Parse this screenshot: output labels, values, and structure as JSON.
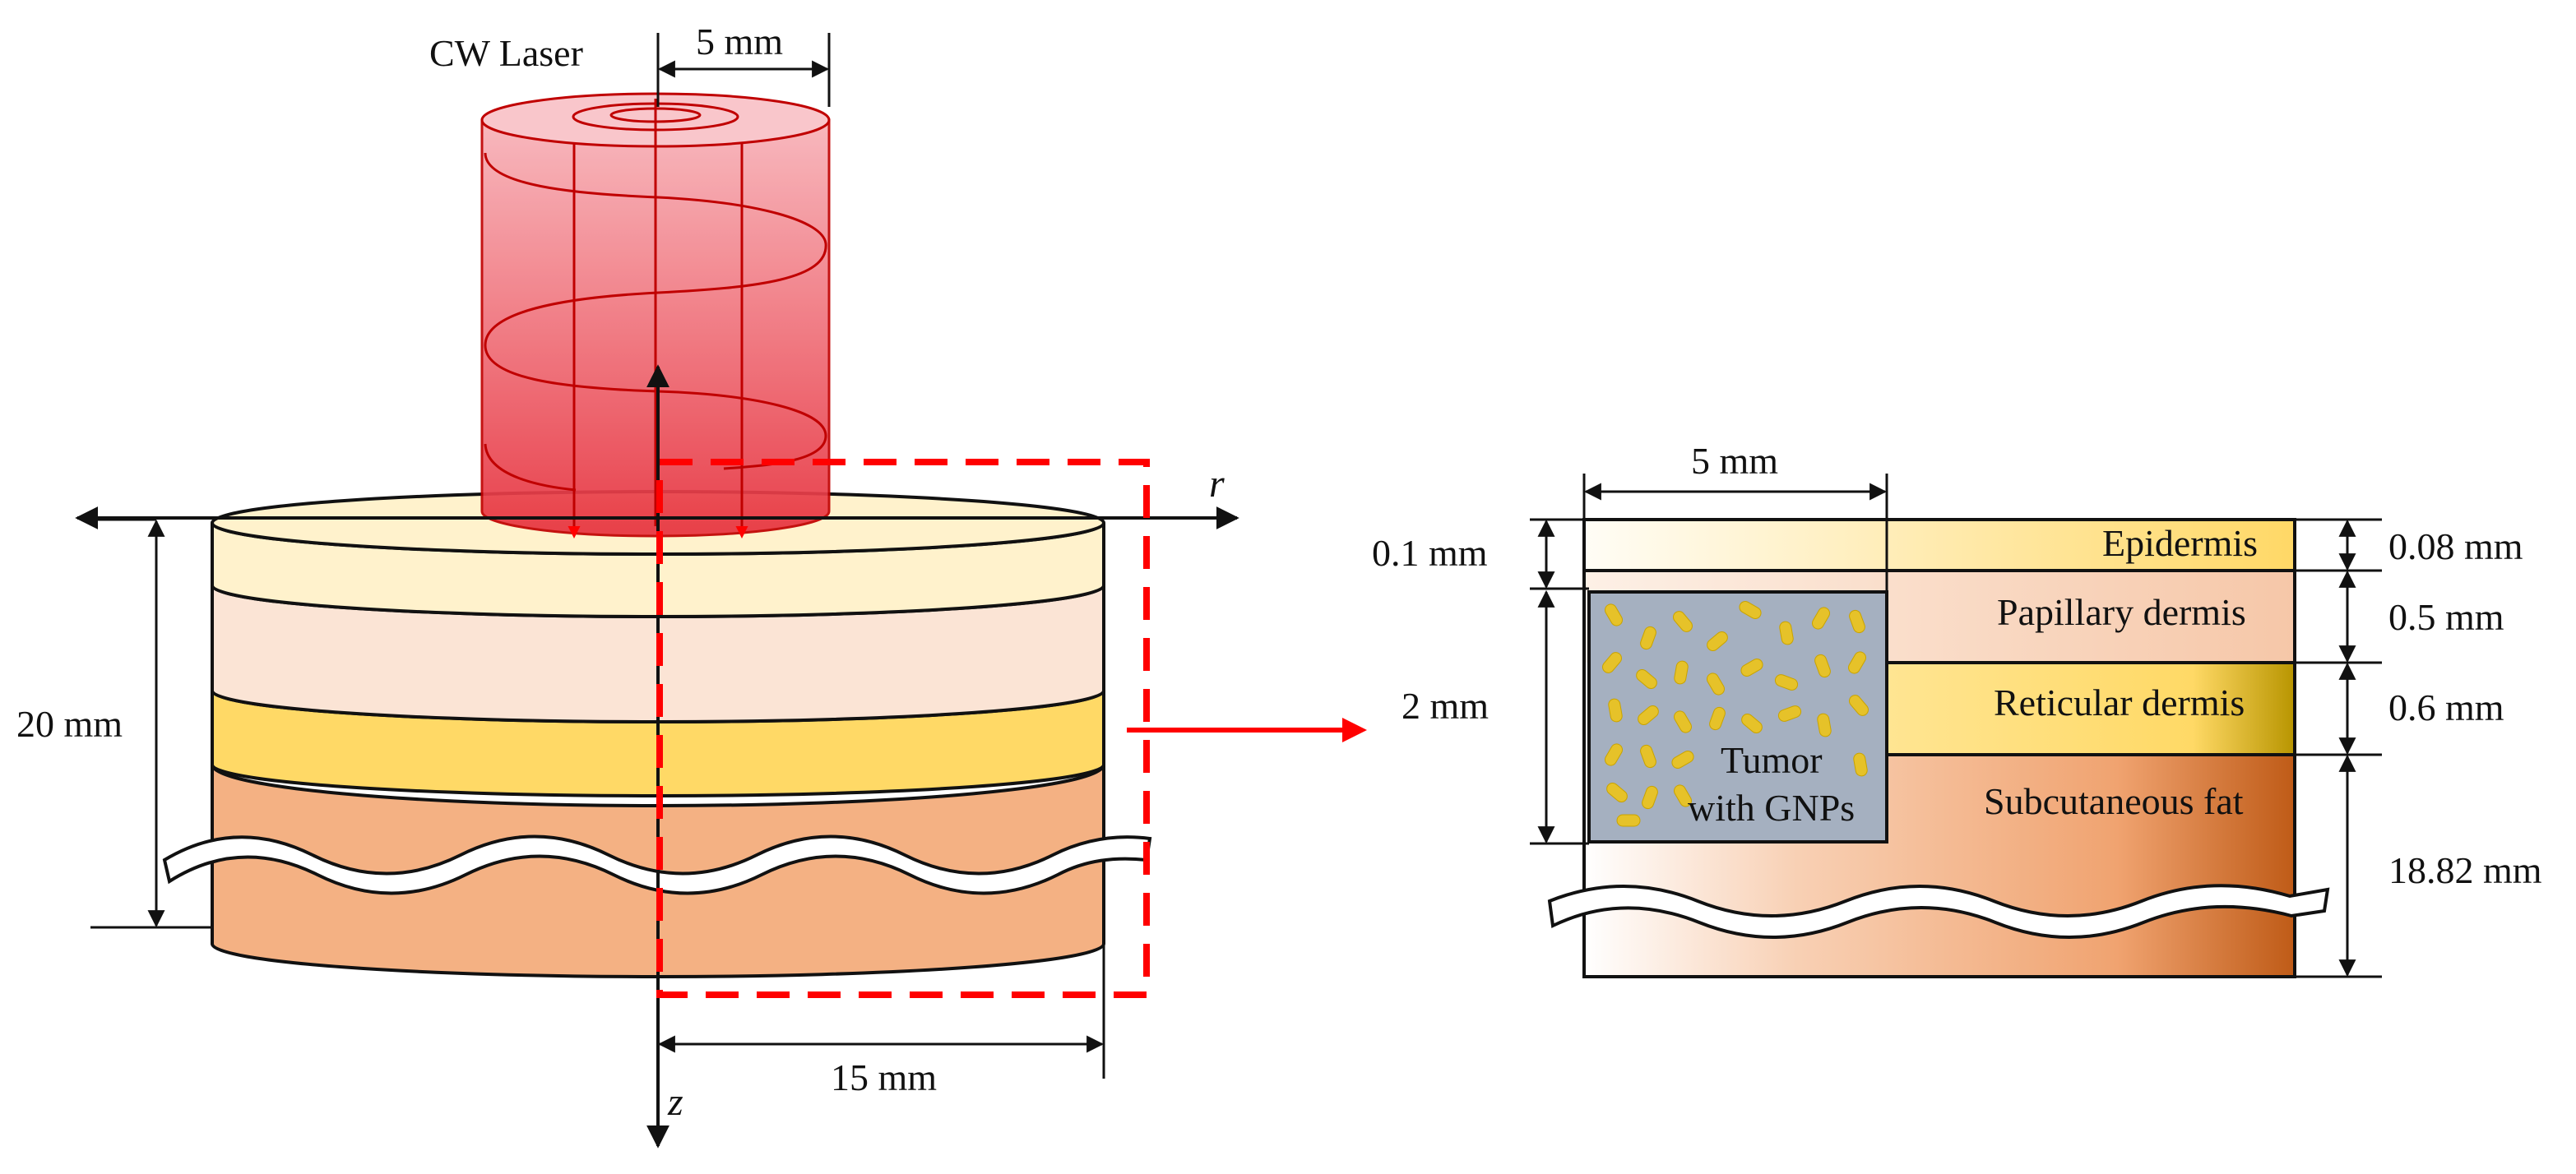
{
  "left": {
    "laser_label": "CW Laser",
    "beam_width": "5 mm",
    "axis_r": "r",
    "axis_z": "z",
    "height": "20 mm",
    "radius": "15 mm"
  },
  "right": {
    "tumor_width": "5 mm",
    "tumor_top": "0.1 mm",
    "tumor_depth": "2 mm",
    "tumor_label_1": "Tumor",
    "tumor_label_2": "with GNPs",
    "layers": [
      {
        "name": "Epidermis",
        "thickness": "0.08 mm"
      },
      {
        "name": "Papillary dermis",
        "thickness": "0.5 mm"
      },
      {
        "name": "Reticular dermis",
        "thickness": "0.6 mm"
      },
      {
        "name": "Subcutaneous fat",
        "thickness": "18.82 mm"
      }
    ]
  },
  "colors": {
    "laser": "#e8323c",
    "epidermis": "#fff2cc",
    "papillary": "#fbe4d5",
    "reticular": "#ffd966",
    "fat": "#f4b183",
    "tumor": "#a5b0c0",
    "gnp": "#e6c229",
    "zoom_box": "#ff0000"
  }
}
